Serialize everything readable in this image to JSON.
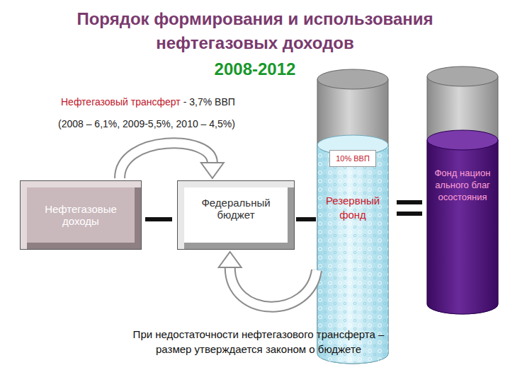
{
  "diagram": {
    "title": "Порядок формирования и использования нефтегазовых доходов",
    "caption": "При недостаточности нефтегазового трансферта – размер утверждается законом о бюджете",
    "nodes": [
      {
        "text": [
          "Нефтегазовые доходы"
        ]
      },
      {
        "text": [
          "Федеральный бюджет"
        ]
      },
      {
        "text": [
          "10% ВВП",
          "Резервный фонд"
        ]
      },
      {
        "text": [
          "Фонд национального благосостояния"
        ]
      }
    ],
    "edges": [
      {
        "from": 0,
        "to": 1,
        "arrow": "to"
      },
      {
        "from": 2,
        "to": 1,
        "arrow": "to"
      }
    ],
    "labels": [
      "2008-2012",
      "Нефтегазовый трансферт",
      "- 3,7% ВВП",
      "(2008 – 6,1%, 2009-5,5%, 2010 – 4,5%)"
    ]
  }
}
